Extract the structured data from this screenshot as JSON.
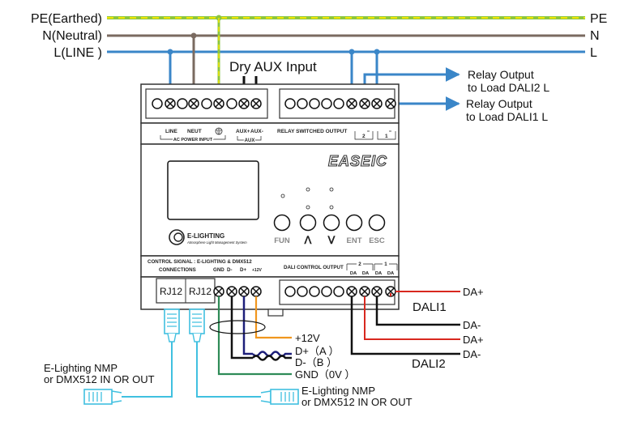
{
  "bus": {
    "pe_label": "PE(Earthed)",
    "n_label": "N(Neutral)",
    "l_label": "L(LINE )",
    "pe_short": "PE",
    "n_short": "N",
    "l_short": "L"
  },
  "aux_input_label": "Dry AUX Input",
  "relay_outputs": [
    {
      "line1": "Relay Output",
      "line2": "to Load DALI2 L"
    },
    {
      "line1": "Relay Output",
      "line2": "to Load DALI1 L"
    }
  ],
  "device": {
    "brand": "EASEIC",
    "logo_name": "E-LIGHTING",
    "logo_tagline": "Atmosphere Light Management System",
    "top_labels": {
      "line": "LINE",
      "neut": "NEUT",
      "ac_power_input": "AC POWER INPUT",
      "aux_plus": "AUX+",
      "aux_minus": "AUX-",
      "aux": "AUX",
      "relay_switched_output": "RELAY SWITCHED OUTPUT",
      "relay_2": "2",
      "relay_1": "1"
    },
    "buttons": [
      "FUN",
      "ᐱ",
      "ᐯ",
      "ENT",
      "ESC"
    ],
    "bottom_labels": {
      "control_signal": "CONTROL SIGNAL : E-LIGHTING & DMX512",
      "connections": "CONNECTIONS",
      "gnd": "GND",
      "d_minus": "D-",
      "d_plus": "D+",
      "plus12v": "+12V",
      "dali_control_output": "DALI CONTROL OUTPUT",
      "ch2": "2",
      "ch1": "1",
      "da": "DA"
    },
    "rj12_left": "RJ12",
    "rj12_right": "RJ12"
  },
  "dali_wiring": {
    "dali1_plus": "DA+",
    "dali1_label": "DALI1",
    "dali1_minus": "DA-",
    "dali2_plus": "DA+",
    "dali2_minus": "DA-",
    "dali2_label": "DALI2"
  },
  "signal_wiring": {
    "plus12v": "+12V",
    "d_plus": "D+（A ）",
    "d_minus": "D-（B ）",
    "gnd": "GND（0V ）"
  },
  "nmp_left": {
    "line1": "E-Lighting NMP",
    "line2": "or DMX512 IN OR OUT"
  },
  "nmp_right": {
    "line1": "E-Lighting NMP",
    "line2": "or DMX512 IN OR OUT"
  },
  "colors": {
    "line": "#3a86c8",
    "neutral": "#7a6a60",
    "earth_green": "#8cc63f",
    "earth_yellow": "#f2e600",
    "dali_red": "#d8281f",
    "orange": "#f0961e",
    "navy": "#1d1f7a",
    "green": "#2e8b57",
    "cyan": "#40c0e0",
    "frame": "#333333"
  }
}
